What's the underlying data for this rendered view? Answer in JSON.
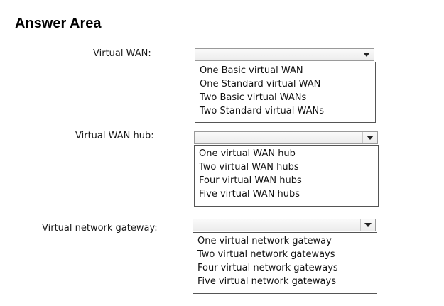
{
  "title": "Answer Area",
  "questions": [
    {
      "label": "Virtual WAN:",
      "selected": "",
      "options": [
        "One Basic virtual WAN",
        "One Standard virtual WAN",
        "Two Basic virtual WANs",
        "Two Standard virtual WANs"
      ]
    },
    {
      "label": "Virtual WAN hub:",
      "selected": "",
      "options": [
        "One virtual WAN hub",
        "Two virtual WAN hubs",
        "Four virtual WAN hubs",
        "Five virtual WAN hubs"
      ]
    },
    {
      "label": "Virtual network gateway:",
      "selected": "",
      "options": [
        "One virtual network gateway",
        "Two virtual network gateways",
        "Four virtual network gateways",
        "Five virtual network gateways"
      ]
    }
  ],
  "icons": {
    "dropdown": "chevron-down-icon"
  }
}
